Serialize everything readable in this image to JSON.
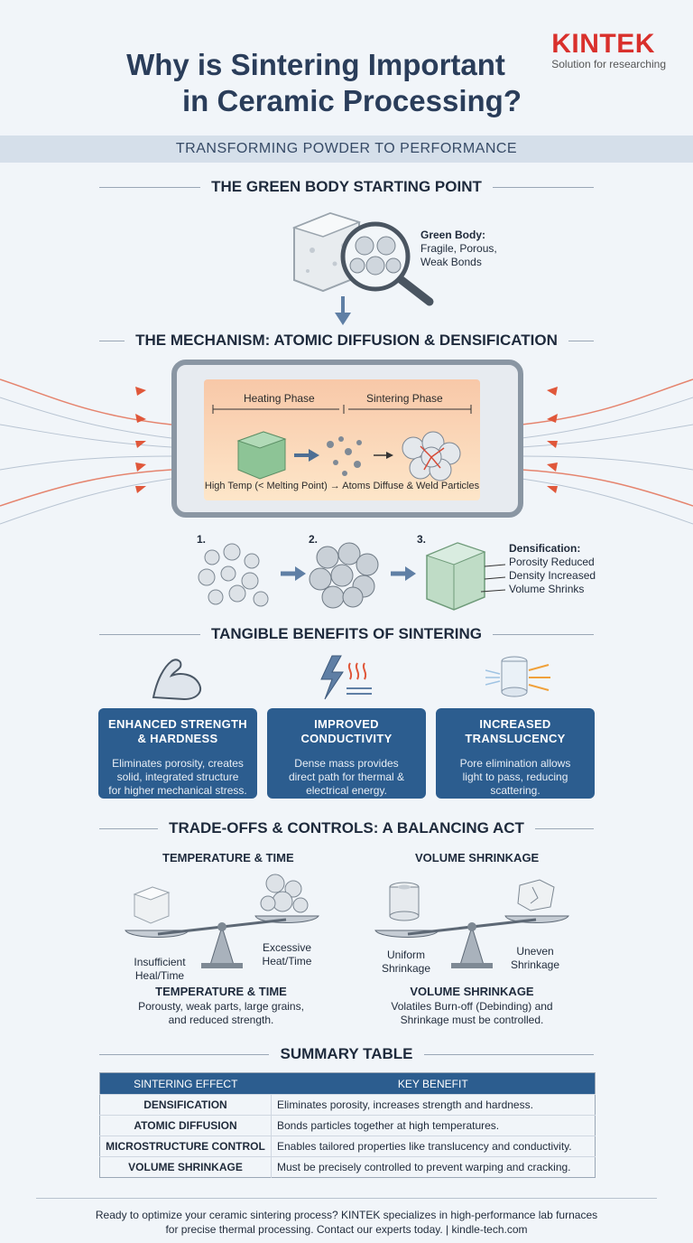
{
  "header": {
    "title_line1": "Why is Sintering Important",
    "title_line2": "in Ceramic Processing?",
    "brand_name": "KINTEK",
    "brand_tagline": "Solution for researching",
    "subtitle": "TRANSFORMING POWDER TO PERFORMANCE"
  },
  "green_body": {
    "heading": "THE GREEN BODY STARTING POINT",
    "label_title": "Green Body:",
    "label_line1": "Fragile, Porous,",
    "label_line2": "Weak Bonds"
  },
  "mechanism": {
    "heading": "THE MECHANISM: ATOMIC DIFFUSION & DENSIFICATION",
    "heating_phase": "Heating Phase",
    "sintering_phase": "Sintering Phase",
    "caption": "High Temp (< Melting Point) → Atoms Diffuse & Weld Particles",
    "step1": "1.",
    "step2": "2.",
    "step3": "3.",
    "dens_title": "Densification:",
    "dens_1": "Porosity Reduced",
    "dens_2": "Density Increased",
    "dens_3": "Volume Shrinks"
  },
  "benefits": {
    "heading": "TANGIBLE BENEFITS OF SINTERING",
    "cards": [
      {
        "title1": "ENHANCED STRENGTH",
        "title2": "& HARDNESS",
        "desc1": "Eliminates porosity, creates",
        "desc2": "solid, integrated structure",
        "desc3": "for higher mechanical stress."
      },
      {
        "title1": "IMPROVED",
        "title2": "CONDUCTIVITY",
        "desc1": "Dense mass provides",
        "desc2": "direct path for thermal &",
        "desc3": "electrical energy."
      },
      {
        "title1": "INCREASED",
        "title2": "TRANSLUCENCY",
        "desc1": "Pore elimination allows",
        "desc2": "light to pass, reducing",
        "desc3": "scattering."
      }
    ],
    "icons": [
      "muscle-arm-icon",
      "lightning-heat-icon",
      "translucent-cylinder-icon"
    ]
  },
  "tradeoffs": {
    "heading": "TRADE-OFFS & CONTROLS: A BALANCING ACT",
    "left_title": "TEMPERATURE & TIME",
    "left_low1": "Insufficient",
    "left_low2": "Heal/Time",
    "left_high1": "Excessive",
    "left_high2": "Heat/Time",
    "left_caption_title": "TEMPERATURE & TIME",
    "left_caption1": "Porousty, weak parts, large grains,",
    "left_caption2": "and reduced strength.",
    "right_title": "VOLUME SHRINKAGE",
    "right_low1": "Uniform",
    "right_low2": "Shrinkage",
    "right_high1": "Uneven",
    "right_high2": "Shrinkage",
    "right_caption_title": "VOLUME SHRINKAGE",
    "right_caption1": "Volatiles Burn-off (Debinding) and",
    "right_caption2": "Shrinkage must be controlled."
  },
  "summary": {
    "heading": "SUMMARY TABLE",
    "col1": "SINTERING EFFECT",
    "col2": "KEY BENEFIT",
    "rows": [
      {
        "effect": "DENSIFICATION",
        "benefit": "Eliminates porosity, increases strength and hardness."
      },
      {
        "effect": "ATOMIC DIFFUSION",
        "benefit": "Bonds particles together at high temperatures."
      },
      {
        "effect": "MICROSTRUCTURE CONTROL",
        "benefit": "Enables tailored properties like translucency and conductivity."
      },
      {
        "effect": "VOLUME SHRINKAGE",
        "benefit": "Must be precisely controlled to prevent warping and cracking."
      }
    ]
  },
  "footer": {
    "line1": "Ready to optimize your ceramic sintering process? KINTEK specializes in high-performance lab furnaces",
    "line2": "for precise thermal processing. Contact our experts today. | kindle-tech.com"
  },
  "colors": {
    "accent_blue": "#2c5d8f",
    "brand_red": "#d9302c",
    "heat_red": "#e0573a"
  }
}
